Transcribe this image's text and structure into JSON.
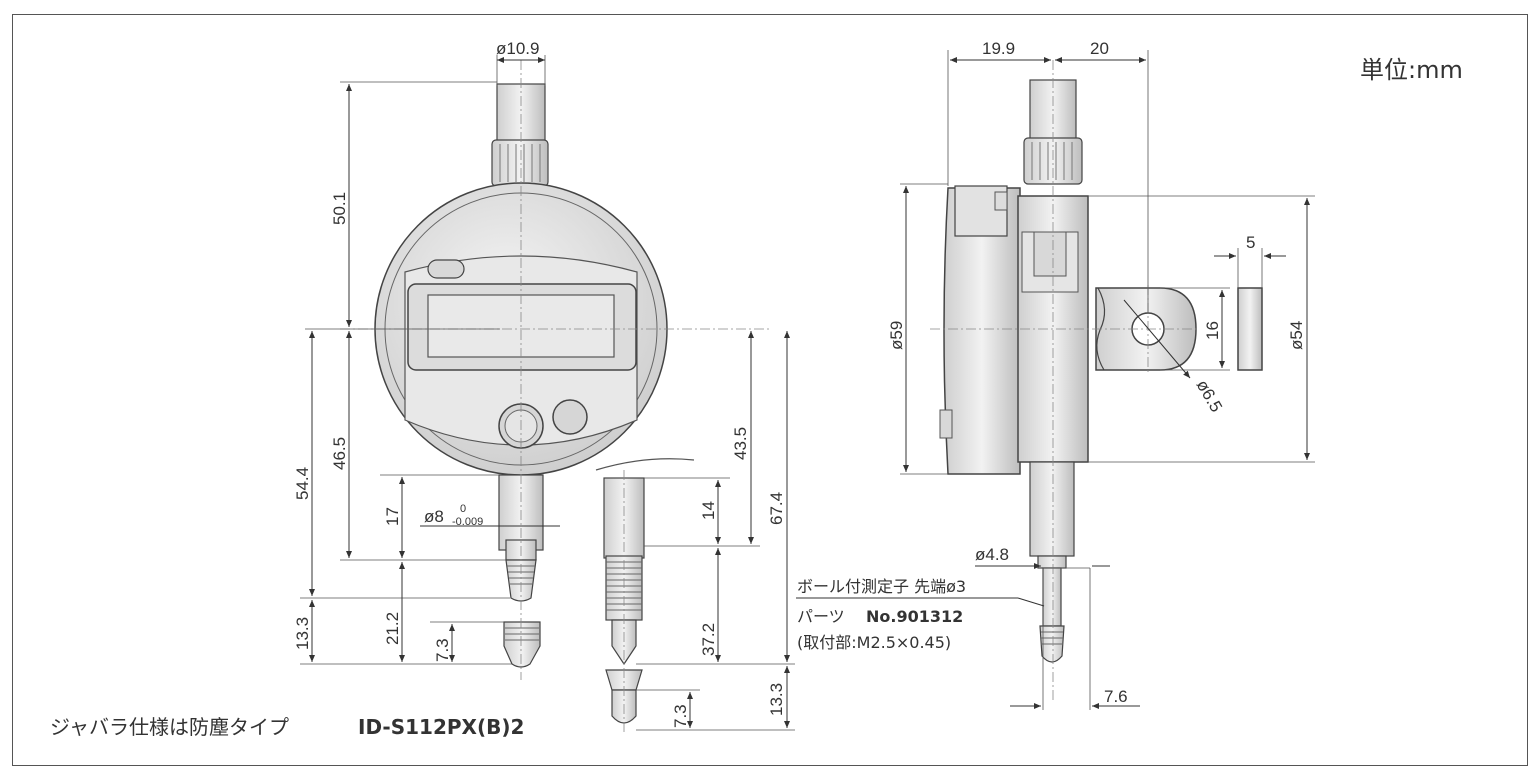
{
  "unit": "単位:mm",
  "front": {
    "stem_dia": "ø10.9",
    "top_height": "50.1",
    "d_54_4": "54.4",
    "d_46_5": "46.5",
    "d_17": "17",
    "d_21_2": "21.2",
    "d_13_3": "13.3",
    "d_7_3": "7.3",
    "spindle_dia": "ø8",
    "tol_upper": "0",
    "tol_lower": "-0.009"
  },
  "bellows": {
    "d_43_5": "43.5",
    "d_67_4": "67.4",
    "d_14": "14",
    "d_37_2": "37.2",
    "d_13_3": "13.3",
    "d_7_3": "7.3"
  },
  "side": {
    "w_19_9": "19.9",
    "w_20": "20",
    "d_59": "ø59",
    "d_54": "ø54",
    "d_16": "16",
    "d_5": "5",
    "hole_dia": "ø6.5",
    "contact_dia": "ø4.8",
    "d_7_6": "7.6"
  },
  "notes": {
    "ball_probe": "ボール付測定子 先端ø3",
    "parts_label": "パーツ",
    "parts_no": "No.901312",
    "mount": "(取付部:M2.5×0.45)",
    "bellows_note": "ジャバラ仕様は防塵タイプ",
    "bellows_model": "ID-S112PX(B)2"
  }
}
